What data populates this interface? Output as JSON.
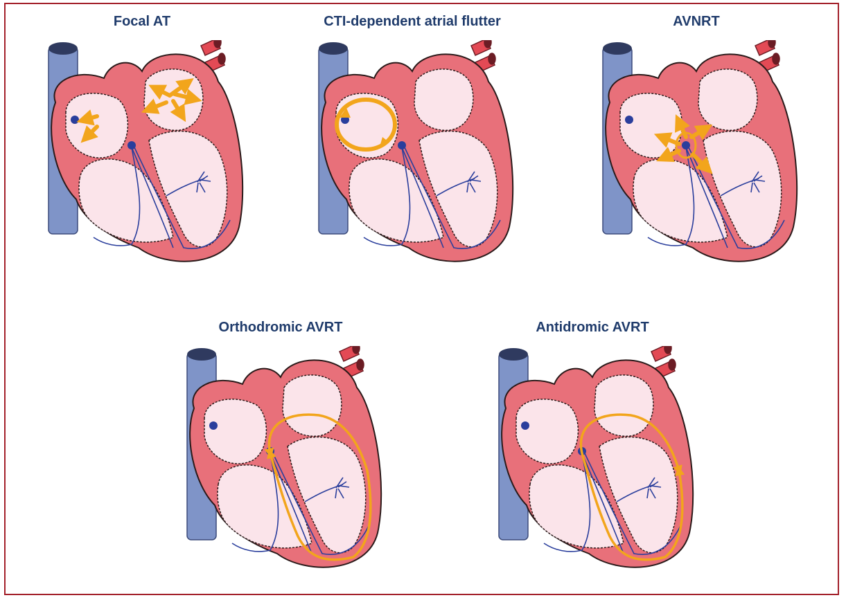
{
  "figure": {
    "border_color": "#a3202a",
    "title_color": "#1f3b6b",
    "colors": {
      "myocardium": "#e8707a",
      "chamber": "#fbe4ea",
      "vein": "#7f94c8",
      "artery": "#e34a55",
      "conduction": "#2a3e9c",
      "activation": "#f2a51c"
    },
    "panels": [
      {
        "id": "focal-at",
        "title": "Focal AT",
        "activation": "focal-burst-left-atrium"
      },
      {
        "id": "cti-flutter",
        "title": "CTI-dependent atrial flutter",
        "activation": "right-atrial-circuit"
      },
      {
        "id": "avnrt",
        "title": "AVNRT",
        "activation": "av-node-reentry"
      },
      {
        "id": "orthodromic-avrt",
        "title": "Orthodromic AVRT",
        "activation": "av-node-down-accessory-up"
      },
      {
        "id": "antidromic-avrt",
        "title": "Antidromic AVRT",
        "activation": "accessory-down-av-node-up"
      }
    ]
  }
}
